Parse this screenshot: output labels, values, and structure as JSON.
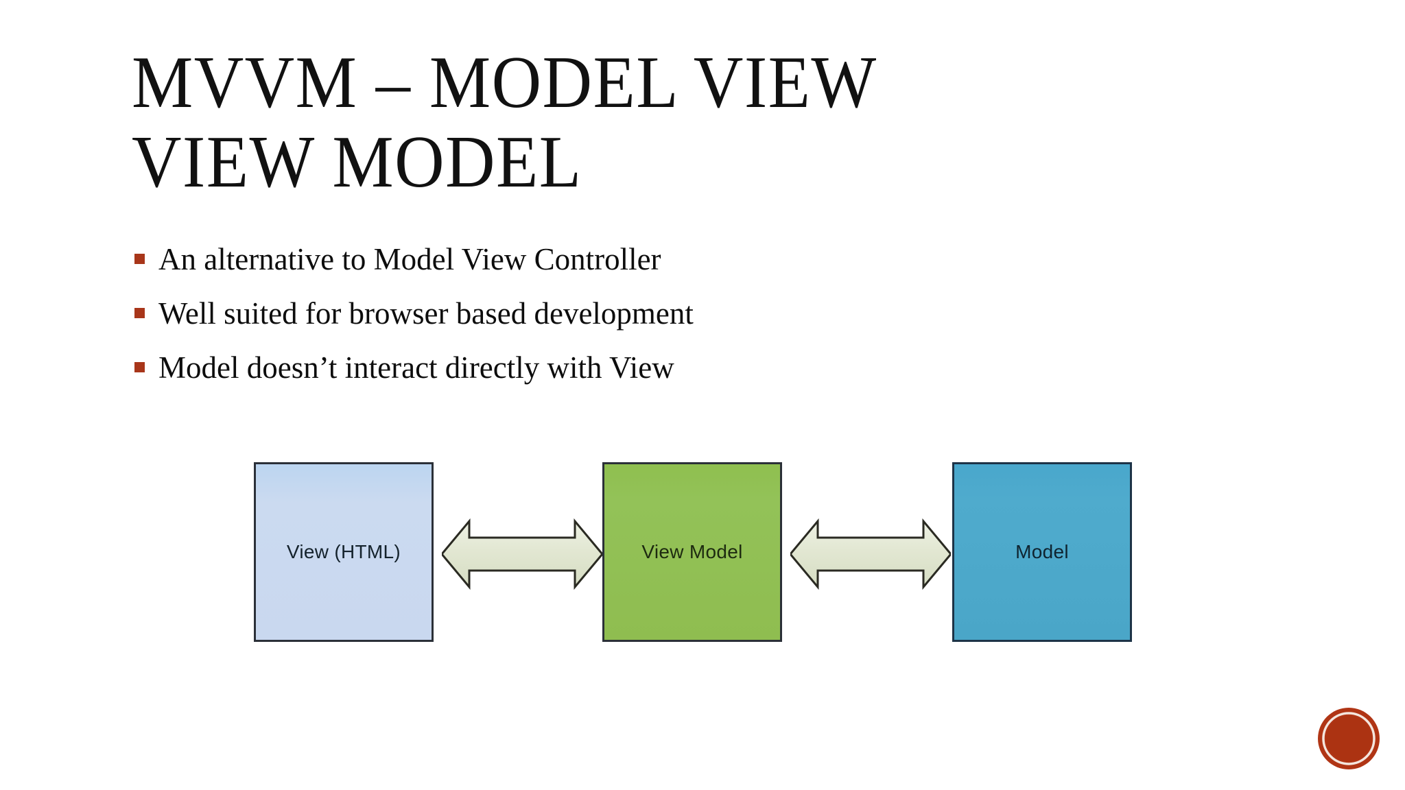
{
  "slide": {
    "title_lines": [
      "MVVM – Model View",
      "View Model"
    ],
    "title_full": "MVVM – Model View View Model",
    "bullets": [
      "An alternative to Model View Controller",
      "Well suited for browser based development",
      "Model doesn’t interact directly with View"
    ],
    "bullet_marker_color": "#A8361A",
    "title_color": "#111111",
    "background_color": "#FFFFFF"
  },
  "diagram": {
    "type": "flow",
    "boxes": [
      {
        "id": "view",
        "label": "View (HTML)",
        "fill": "#C9D8EF",
        "border": "#2B3038",
        "text_color": "#14222C"
      },
      {
        "id": "view-model",
        "label": "View Model",
        "fill": "#8FBF4F",
        "border": "#2B3038",
        "text_color": "#1D2A10"
      },
      {
        "id": "model",
        "label": "Model",
        "fill": "#4AA6C8",
        "border": "#1D3347",
        "text_color": "#0F2430"
      }
    ],
    "connectors": [
      {
        "id": "view-to-view-model",
        "from": "view",
        "to": "view-model",
        "style": "double-headed-arrow",
        "fill": "#E2E7D2",
        "stroke": "#2A2A22"
      },
      {
        "id": "view-model-to-model",
        "from": "view-model",
        "to": "model",
        "style": "double-headed-arrow",
        "fill": "#E2E7D2",
        "stroke": "#2A2A22"
      }
    ]
  },
  "logo": {
    "name": "circle-badge-logo",
    "fill": "#B03515",
    "ring": "#F2E2DA"
  }
}
